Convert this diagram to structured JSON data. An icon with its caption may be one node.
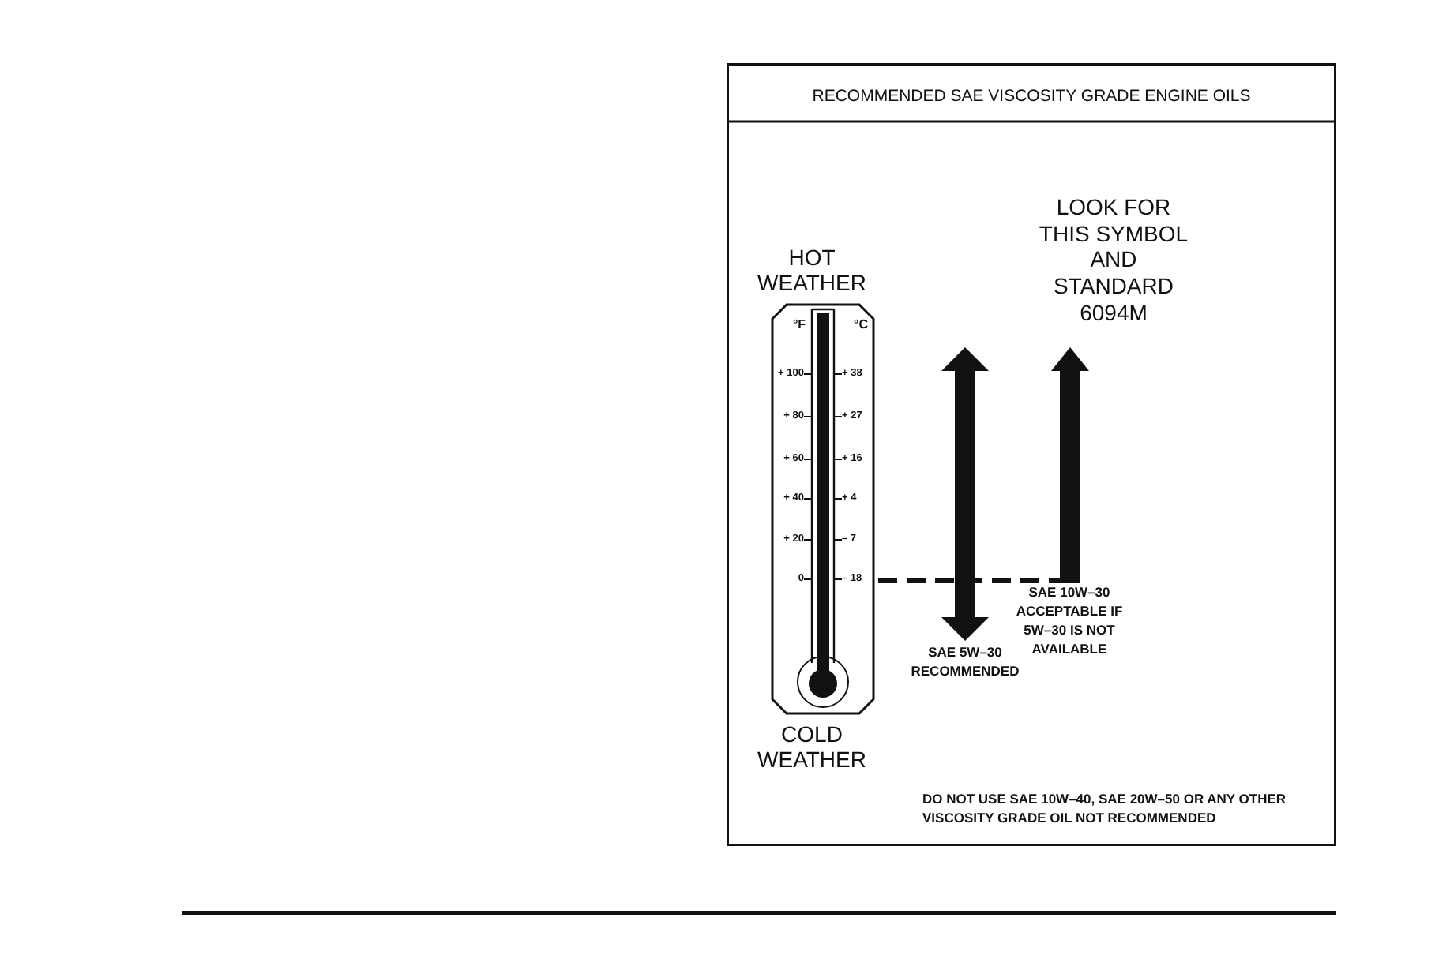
{
  "diagram": {
    "title": "RECOMMENDED SAE VISCOSITY GRADE ENGINE OILS",
    "labels": [
      "LOOK FOR THIS SYMBOL AND STANDARD 6094M",
      "HOT WEATHER",
      "°F",
      "°C",
      "+ 100",
      "+ 38",
      "+ 80",
      "+ 27",
      "+ 60",
      "+ 16",
      "+ 40",
      "+ 4",
      "+ 20",
      "– 7",
      "0",
      "– 18",
      "SAE 10W–30 ACCEPTABLE IF 5W–30 IS NOT AVAILABLE",
      "SAE 5W–30 RECOMMENDED",
      "COLD WEATHER",
      "DO NOT USE SAE 10W–40, SAE 20W–50 OR ANY OTHER VISCOSITY GRADE OIL NOT RECOMMENDED"
    ]
  }
}
